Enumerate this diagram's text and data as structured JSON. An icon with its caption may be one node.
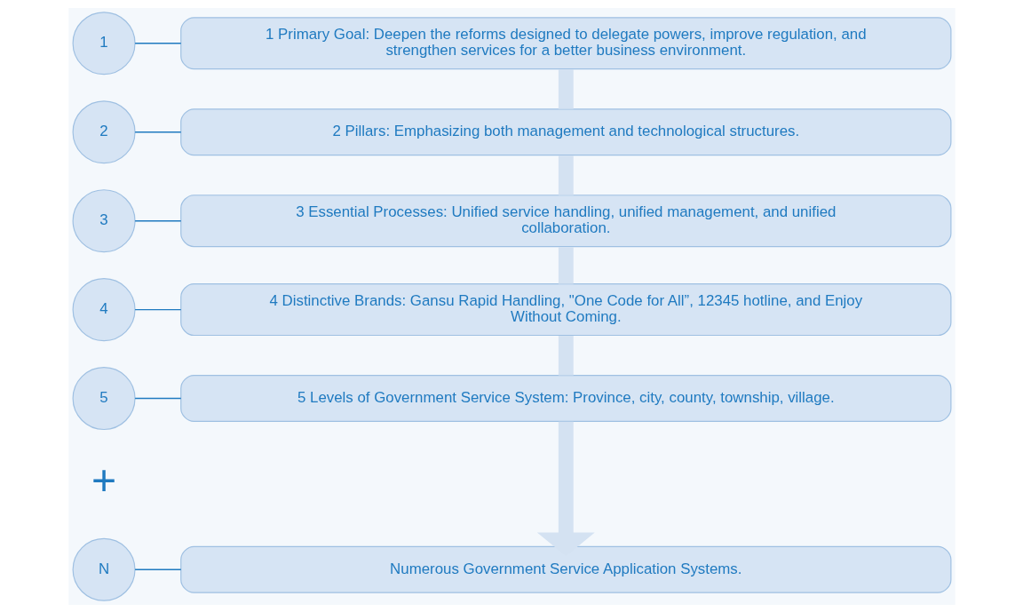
{
  "diagram": {
    "nodes": [
      {
        "text": [
          "1"
        ]
      },
      {
        "text": [
          "1 Primary Goal: Deepen the reforms designed to delegate powers, improve regulation, and strengthen services for a better business environment."
        ]
      },
      {
        "text": [
          "2"
        ]
      },
      {
        "text": [
          "2 Pillars: Emphasizing both management and technological structures."
        ]
      },
      {
        "text": [
          "3"
        ]
      },
      {
        "text": [
          "3 Essential Processes: Unified service handling, unified management, and unified collaboration."
        ]
      },
      {
        "text": [
          "4"
        ]
      },
      {
        "text": [
          "4 Distinctive Brands: Gansu Rapid Handling, \"One Code for All”, 12345 hotline, and Enjoy Without Coming."
        ]
      },
      {
        "text": [
          "5"
        ]
      },
      {
        "text": [
          "5 Levels of Government Service System: Province, city, county, township, village."
        ]
      },
      {
        "text": [
          "N"
        ]
      },
      {
        "text": [
          "Numerous Government Service Application Systems."
        ]
      }
    ],
    "edges": [
      {
        "from": 0,
        "to": 1,
        "arrow": "none"
      },
      {
        "from": 2,
        "to": 3,
        "arrow": "none"
      },
      {
        "from": 4,
        "to": 5,
        "arrow": "none"
      },
      {
        "from": 6,
        "to": 7,
        "arrow": "none"
      },
      {
        "from": 8,
        "to": 9,
        "arrow": "none"
      },
      {
        "from": 10,
        "to": 11,
        "arrow": "none"
      },
      {
        "from": 1,
        "to": 3,
        "arrow": "none",
        "style": "thick",
        "color": "#d4e2f2"
      },
      {
        "from": 3,
        "to": 5,
        "arrow": "none",
        "style": "thick",
        "color": "#d4e2f2"
      },
      {
        "from": 5,
        "to": 7,
        "arrow": "none",
        "style": "thick",
        "color": "#d4e2f2"
      },
      {
        "from": 7,
        "to": 9,
        "arrow": "none",
        "style": "thick",
        "color": "#d4e2f2"
      },
      {
        "from": 9,
        "to": 11,
        "arrow": "to",
        "style": "thick",
        "color": "#d4e2f2"
      }
    ],
    "labels": [
      "+"
    ]
  }
}
